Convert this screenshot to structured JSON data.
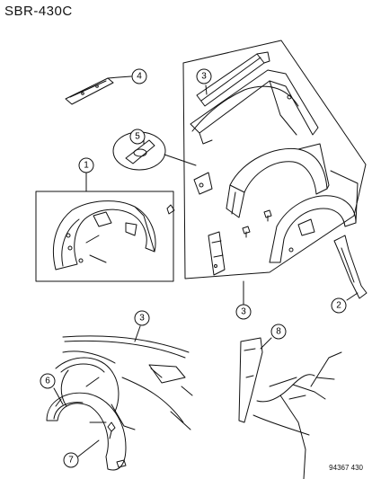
{
  "title": "SBR-430C",
  "footer_code": "94367 430",
  "callouts": [
    "1",
    "2",
    "3",
    "3",
    "3",
    "4",
    "5",
    "6",
    "7",
    "8"
  ]
}
